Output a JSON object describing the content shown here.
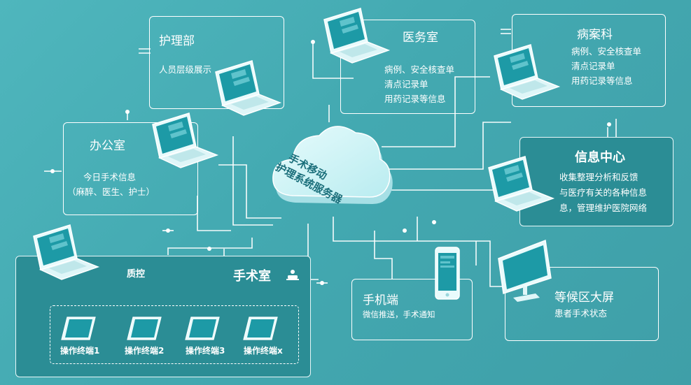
{
  "server": {
    "line1": "手术移动",
    "line2": "护理系统服务器"
  },
  "nursing": {
    "title": "护理部",
    "body": "人员层级展示"
  },
  "office": {
    "title": "办公室",
    "body1": "今日手术信息",
    "body2": "（麻醉、医生、护士）"
  },
  "medical_affairs": {
    "title": "医务室",
    "body1": "病例、安全核查单",
    "body2": "清点记录单",
    "body3": "用药记录等信息"
  },
  "records": {
    "title": "病案科",
    "body1": "病例、安全核查单",
    "body2": "清点记录单",
    "body3": "用药记录等信息"
  },
  "info_center": {
    "title": "信息中心",
    "body1": "收集整理分析和反馈",
    "body2": "与医疗有关的各种信息",
    "body3": "息，管理维护医院网络"
  },
  "operating_room": {
    "title": "手术室",
    "qc": "质控",
    "terminals": [
      "操作终端1",
      "操作终端2",
      "操作终端3",
      "操作终端x"
    ]
  },
  "mobile": {
    "title": "手机端",
    "body": "微信推送，手术通知"
  },
  "waiting_screen": {
    "title": "等候区大屏",
    "body": "患者手术状态"
  },
  "colors": {
    "background": "#45abb3",
    "line": "#ffffff",
    "solid_box": "#2b8d95",
    "screen": "#1d9aa6"
  }
}
